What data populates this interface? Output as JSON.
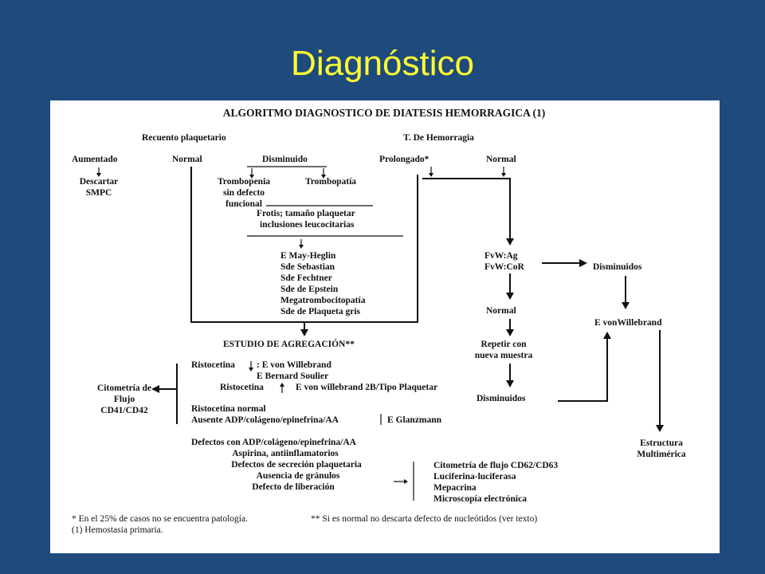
{
  "slide": {
    "title": "Diagnóstico"
  },
  "algorithm": {
    "title": "ALGORITMO DIAGNOSTICO DE DIATESIS HEMORRAGICA (1)",
    "headers": {
      "platelet_count": "Recuento plaquetario",
      "bleeding_time": "T. De Hemorragia"
    },
    "nodes": {
      "aumentado": "Aumentado",
      "descartar": [
        "Descartar",
        "SMPC"
      ],
      "normal_plaq": "Normal",
      "disminuido": "Disminuido",
      "trombopenia": [
        "Trombopenia",
        "sin defecto",
        "funcional"
      ],
      "trombopatia": "Trombopatía",
      "frotis": [
        "Frotis; tamaño plaquetar",
        "inclusiones leucocitarias"
      ],
      "syndromes": [
        "E May-Heglin",
        "Sde Sebastian",
        "Sde Fechtner",
        "Sde de Epstein",
        "Megatrombocitopatía",
        "Sde de Plaqueta gris"
      ],
      "prolongado": "Prolongado*",
      "normal_th": "Normal",
      "fvw": [
        "FvW:Ag",
        "FvW:CoR"
      ],
      "disminuidos_1": "Disminuidos",
      "normal_2": "Normal",
      "e_vonwillebrand": "E vonWillebrand",
      "repetir": [
        "Repetir con",
        "nueva muestra"
      ],
      "disminuidos_2": "Disminuidos",
      "estructura": [
        "Estructura",
        "Multimérica"
      ],
      "estudio": "ESTUDIO DE AGREGACIÓN**",
      "ristocetina_1": "Ristocetina",
      "vw_1": ": E von Willebrand",
      "bernard": "E Bernard Soulier",
      "ristocetina_2": "Ristocetina",
      "vw_2b": "E von willebrand 2B/Tipo Plaquetar",
      "citometria": [
        "Citometría de",
        "Flujo",
        "CD41/CD42"
      ],
      "risto_normal": "Ristocetina normal",
      "ausente": "Ausente ADP/colágeno/epinefrina/AA",
      "glanzmann": "E Glanzmann",
      "defectos": [
        "Defectos con ADP/colágeno/epinefrina/AA",
        "Aspirina, antiinflamatorios",
        "Defectos de secreción plaquetaria",
        "Ausencia de gránulos",
        "Defecto de liberación"
      ],
      "tests": [
        "Citometría de flujo CD62/CD63",
        "Luciferina-luciferasa",
        "Mepacrina",
        "Microscopía electrónica"
      ]
    },
    "footnotes": {
      "note_1": "*  En el 25% de casos no se encuentra patología.",
      "note_2": "**  Si es normal no descarta defecto de nucleótidos (ver texto)",
      "note_3": "(1)  Hemostasia primaria."
    }
  }
}
